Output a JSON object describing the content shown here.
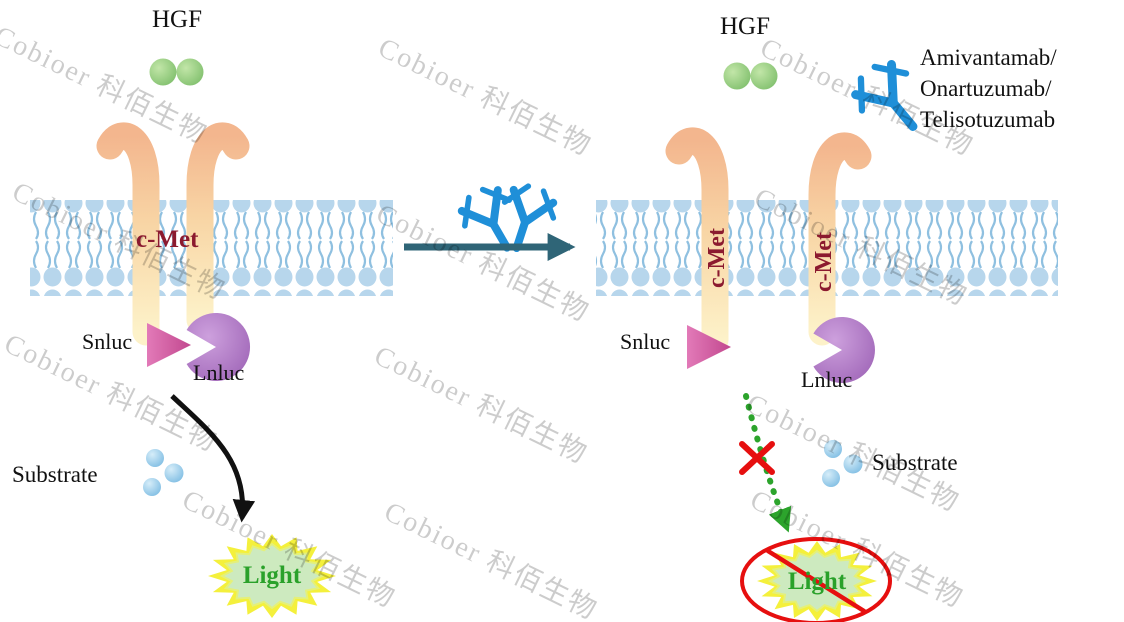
{
  "watermark": {
    "text": "Cobioer  科佰生物"
  },
  "left_panel": {
    "hgf_label": "HGF",
    "receptor_label": "c-Met",
    "small_luc_label": "Snluc",
    "large_luc_label": "Lnluc",
    "substrate_label": "Substrate",
    "light_label": "Light"
  },
  "right_panel": {
    "hgf_label": "HGF",
    "receptor_label_1": "c-Met",
    "receptor_label_2": "c-Met",
    "antibody_label_lines": [
      "Amivantamab/",
      "Onartuzumab/",
      "Telisotuzumab"
    ],
    "small_luc_label": "Snluc",
    "large_luc_label": "Lnluc",
    "substrate_label": "Substrate",
    "light_label": "Light"
  },
  "colors": {
    "membraneHead": "#b7d6ec",
    "membraneTail": "#8fc0e0",
    "cmetText": "#8b1a2f",
    "antibodyBlue": "#1f8fd8",
    "arrowTeal": "#2f6577",
    "arrowBlack": "#111111",
    "arrowGreen": "#2ca42c",
    "prohibitRed": "#e60f0f",
    "starYellow": "#f4f03c",
    "starFill": "#cdeabf",
    "lightText": "#2aa12a"
  }
}
